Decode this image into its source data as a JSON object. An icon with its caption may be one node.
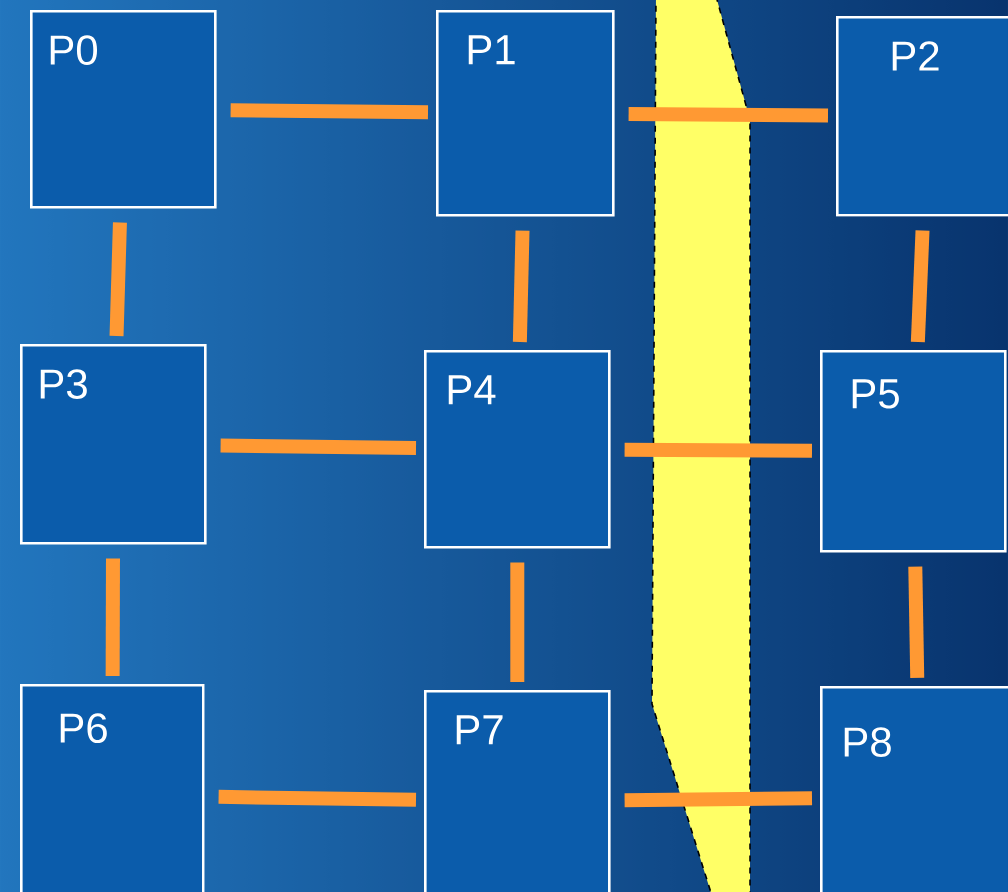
{
  "diagram": {
    "nodes": [
      {
        "text": [
          "P0"
        ]
      },
      {
        "text": [
          "P1"
        ]
      },
      {
        "text": [
          "P2"
        ]
      },
      {
        "text": [
          "P3"
        ]
      },
      {
        "text": [
          "P4"
        ]
      },
      {
        "text": [
          "P5"
        ]
      },
      {
        "text": [
          "P6"
        ]
      },
      {
        "text": [
          "P7"
        ]
      },
      {
        "text": [
          "P8"
        ]
      }
    ],
    "edges": [
      {
        "from": 0,
        "to": 1,
        "arrow": "none"
      },
      {
        "from": 1,
        "to": 2,
        "arrow": "none"
      },
      {
        "from": 0,
        "to": 3,
        "arrow": "none"
      },
      {
        "from": 1,
        "to": 4,
        "arrow": "none"
      },
      {
        "from": 2,
        "to": 5,
        "arrow": "none"
      },
      {
        "from": 3,
        "to": 4,
        "arrow": "none"
      },
      {
        "from": 4,
        "to": 5,
        "arrow": "none"
      },
      {
        "from": 3,
        "to": 6,
        "arrow": "none"
      },
      {
        "from": 4,
        "to": 7,
        "arrow": "none"
      },
      {
        "from": 5,
        "to": 8,
        "arrow": "none"
      },
      {
        "from": 6,
        "to": 7,
        "arrow": "none"
      },
      {
        "from": 7,
        "to": 8,
        "arrow": "none"
      }
    ]
  }
}
